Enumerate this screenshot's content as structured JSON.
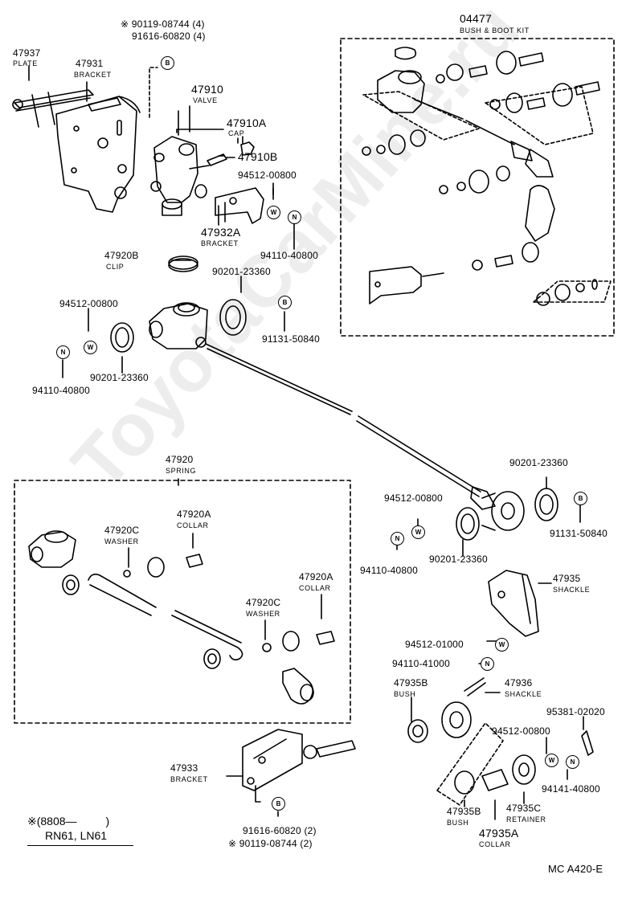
{
  "watermark": "ToyotaCarMine.ru",
  "badges": {
    "b": "B",
    "w": "W",
    "n": "N"
  },
  "kit": {
    "code": "04477",
    "name": "BUSH & BOOT KIT"
  },
  "spring": {
    "code": "47920",
    "name": "SPRING"
  },
  "plate": {
    "code": "47937",
    "name": "PLATE"
  },
  "bracket_top": {
    "code": "47931",
    "name": "BRACKET"
  },
  "bolt_top": {
    "star_part": "90119-08744 (4)",
    "part2": "91616-60820 (4)"
  },
  "valve": {
    "code": "47910",
    "name": "VALVE"
  },
  "cap": {
    "code": "47910A",
    "name": "CAP"
  },
  "valve_b": {
    "code": "47910B"
  },
  "washer_top": {
    "code": "94512-00800"
  },
  "bracket_a": {
    "code": "47932A",
    "name": "BRACKET"
  },
  "nut_top": {
    "code": "94110-40800"
  },
  "clip": {
    "code": "47920B",
    "name": "CLIP"
  },
  "gasket_top": {
    "code": "90201-23360"
  },
  "bolt_mid": {
    "code": "91131-50840"
  },
  "washer_left": {
    "code": "94512-00800"
  },
  "gasket_left": {
    "code": "90201-23360"
  },
  "nut_left": {
    "code": "94110-40800"
  },
  "spring_parts": {
    "washer_c1": {
      "code": "47920C",
      "name": "WASHER"
    },
    "collar_a1": {
      "code": "47920A",
      "name": "COLLAR"
    },
    "washer_c2": {
      "code": "47920C",
      "name": "WASHER"
    },
    "collar_a2": {
      "code": "47920A",
      "name": "COLLAR"
    }
  },
  "right": {
    "gasket_r1": "90201-23360",
    "bolt_r": "91131-50840",
    "washer_r": "94512-00800",
    "nut_r": "94110-40800",
    "gasket_r2": "90201-23360",
    "shackle": {
      "code": "47935",
      "name": "SHACKLE"
    },
    "washer_01000": "94512-01000",
    "nut_41000": "94110-41000",
    "bush_b": {
      "code": "47935B",
      "name": "BUSH"
    },
    "shackle2": {
      "code": "47936",
      "name": "SHACKLE"
    },
    "pin": "95381-02020",
    "washer_r2": "94512-00800",
    "nut_r2": "94141-40800",
    "bush_b2": {
      "code": "47935B",
      "name": "BUSH"
    },
    "retainer": {
      "code": "47935C",
      "name": "RETAINER"
    },
    "collar": {
      "code": "47935A",
      "name": "COLLAR"
    }
  },
  "bracket_bottom": {
    "code": "47933",
    "name": "BRACKET"
  },
  "bolt_bottom": {
    "part1": "91616-60820 (2)",
    "star_part": "90119-08744 (2)"
  },
  "applicability": {
    "line1": "(8808—",
    "line2": ")",
    "models": "RN61, LN61"
  },
  "footer": {
    "ref": "MC  A420-E"
  }
}
